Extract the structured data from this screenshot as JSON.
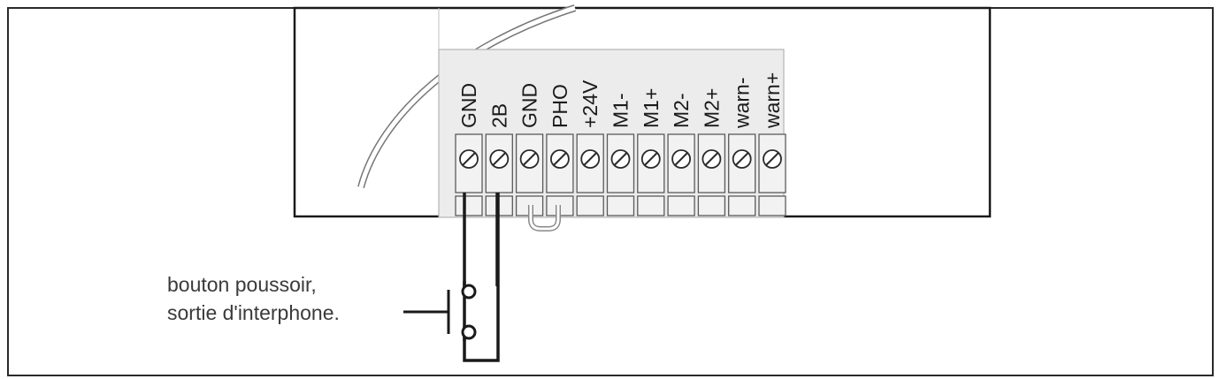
{
  "terminals": [
    {
      "label": "GND"
    },
    {
      "label": "2B"
    },
    {
      "label": "GND"
    },
    {
      "label": "PHO"
    },
    {
      "label": "+24V"
    },
    {
      "label": "M1-"
    },
    {
      "label": "M1+"
    },
    {
      "label": "M2-"
    },
    {
      "label": "M2+"
    },
    {
      "label": "warn-"
    },
    {
      "label": "warn+"
    }
  ],
  "caption": {
    "line1": "bouton poussoir,",
    "line2": "sortie d'interphone."
  },
  "colors": {
    "line": "#1a1a1a",
    "housing_fill": "#ffffff",
    "strip_fill": "#ececec",
    "block_fill": "#f2f2f2",
    "bridge": "#888888"
  }
}
